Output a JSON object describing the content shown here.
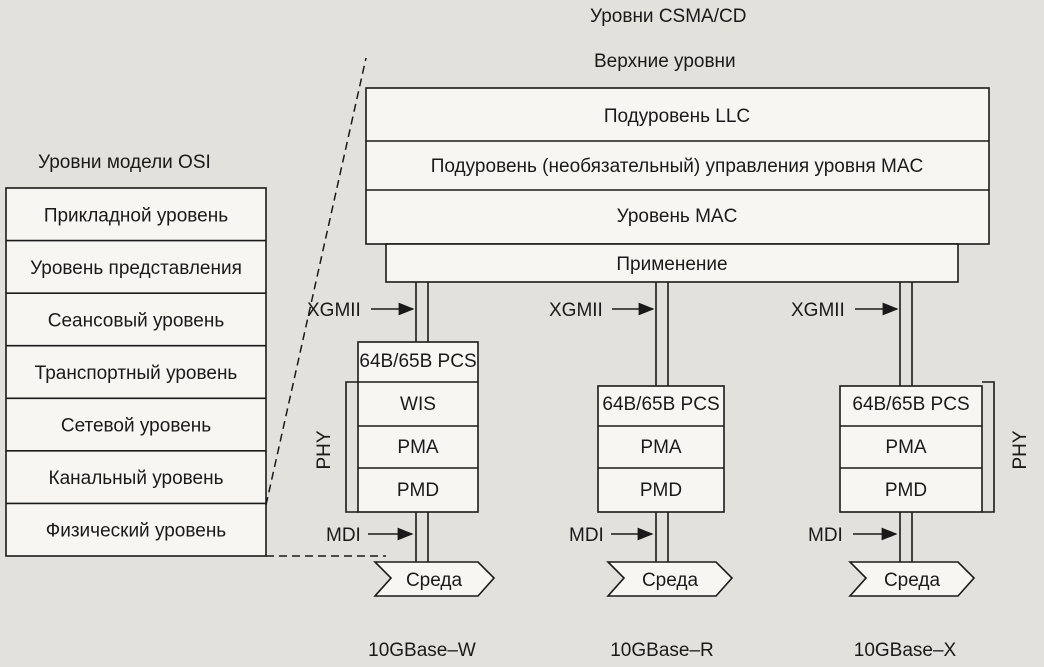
{
  "csma": {
    "title": "Уровни CSMA/CD",
    "upper": "Верхние уровни",
    "llc": "Подуровень LLC",
    "mac_ctrl": "Подуровень (необязательный) управления уровня MAC",
    "mac": "Уровень MAC",
    "reconciliation": "Применение"
  },
  "osi": {
    "title": "Уровни модели OSI",
    "layers": [
      "Прикладной уровень",
      "Уровень представления",
      "Сеансовый уровень",
      "Транспортный уровень",
      "Сетевой уровень",
      "Канальный уровень",
      "Физический уровень"
    ]
  },
  "interfaces": {
    "xgmii": "XGMII",
    "mdi": "MDI"
  },
  "phy": {
    "label": "PHY",
    "pcs": "64B/65B PCS",
    "wis": "WIS",
    "pma": "PMA",
    "pmd": "PMD",
    "medium": "Среда"
  },
  "variants": [
    "10GBase–W",
    "10GBase–R",
    "10GBase–X"
  ]
}
